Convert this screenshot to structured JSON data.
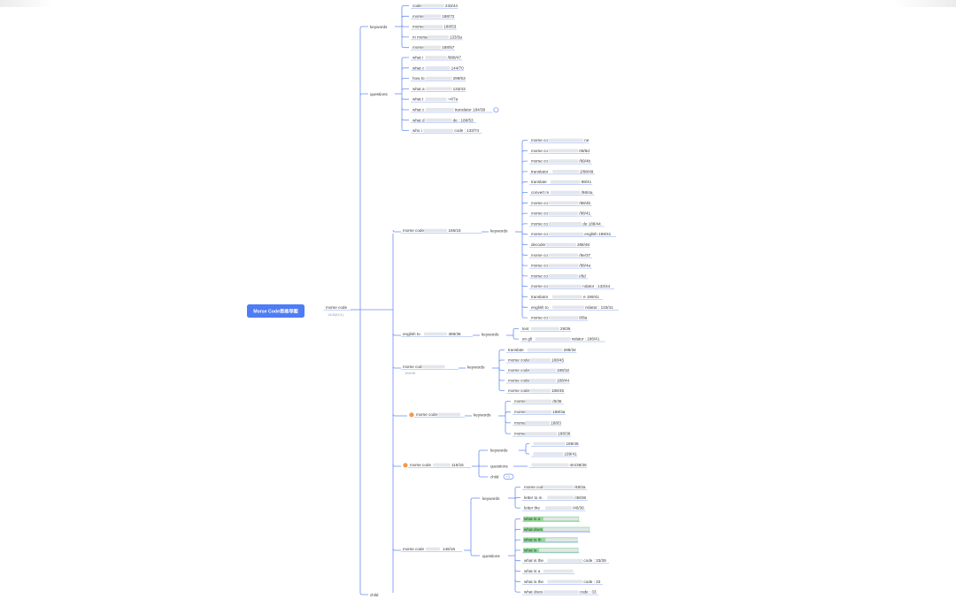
{
  "root": {
    "label": "Morse Code思维导图"
  },
  "level1": {
    "label": "morse code",
    "sub": "1406(f1/1)"
  },
  "branches": [
    {
      "id": "b-keywords-top",
      "label": "keywords",
      "children": [
        {
          "text": "code",
          "tail": "233/44",
          "width": 26
        },
        {
          "text": "morse",
          "tail": "188/72",
          "width": 20
        },
        {
          "text": "morse",
          "tail": "188/53",
          "width": 22
        },
        {
          "text": "m morse",
          "tail": "133/3a",
          "width": 24
        },
        {
          "text": "morse",
          "tail": "188/57",
          "width": 20
        }
      ]
    },
    {
      "id": "b-questions-top",
      "label": "questions",
      "children": [
        {
          "text": "what i",
          "tail": "/888/47",
          "width": 24
        },
        {
          "text": "what c",
          "tail": "144/70",
          "width": 28
        },
        {
          "text": "how to",
          "tail": "299/53",
          "width": 30
        },
        {
          "text": "what a",
          "tail": "133/43",
          "width": 30
        },
        {
          "text": "what t",
          "tail": "~4/7a",
          "width": 24
        },
        {
          "text": "what c",
          "tail": "translator  184/38",
          "width": 32,
          "badge": "+"
        },
        {
          "text": "what d",
          "tail": "de : 188/53",
          "width": 30
        },
        {
          "text": "who i",
          "tail": "code : 133/74",
          "width": 34
        }
      ]
    },
    {
      "id": "b-translator",
      "label": "morse code",
      "sub": "",
      "tail": "166/16",
      "children": [
        {
          "id": "b-translator-kw",
          "label": "keywords",
          "children": [
            {
              "text": "morse co",
              "tail": "ne",
              "width": 40
            },
            {
              "text": "morse co",
              "tail": "09/8d",
              "width": 34
            },
            {
              "text": "morse co",
              "tail": "/89/4b",
              "width": 34
            },
            {
              "text": "translator",
              "tail": "2/88/49",
              "width": 30
            },
            {
              "text": "translate",
              "tail": "88/41",
              "width": 34
            },
            {
              "text": "convert m",
              "tail": "/98/4a",
              "width": 34
            },
            {
              "text": "morse co",
              "tail": "/88/4b",
              "width": 34
            },
            {
              "text": "morse co",
              "tail": "/88/41",
              "width": 34
            },
            {
              "text": "morse co",
              "tail": "de  188/44",
              "width": 38
            },
            {
              "text": "morse co",
              "tail": "english  199/41",
              "width": 40
            },
            {
              "text": "decoder",
              "tail": "288/48",
              "width": 34
            },
            {
              "text": "morse co",
              "tail": "/8e/37",
              "width": 34
            },
            {
              "text": "morse co",
              "tail": "/88/4a",
              "width": 34
            },
            {
              "text": "morse co",
              "tail": "i/8d",
              "width": 34
            },
            {
              "text": "morse co",
              "tail": "ndator : 133/44",
              "width": 38
            },
            {
              "text": "translator",
              "tail": "e  199/41",
              "width": 34
            },
            {
              "text": "english to",
              "tail": "nslator : 133/41",
              "width": 36
            },
            {
              "text": "morse co",
              "tail": "8/8a",
              "width": 34
            }
          ]
        }
      ]
    },
    {
      "id": "b-english-to",
      "label": "english to",
      "tail": "388/36",
      "children": [
        {
          "id": "b-english-to-kw",
          "label": "keywords",
          "children": [
            {
              "text": "text",
              "tail": "29/36",
              "width": 32
            },
            {
              "text": "en gli",
              "tail": "nslator : 186/41",
              "width": 40
            }
          ]
        }
      ]
    },
    {
      "id": "b-morse-code-3",
      "label": "morse cod",
      "sub": "166/36",
      "children": [
        {
          "id": "b-morse-code-3-kw",
          "label": "keywords",
          "children": [
            {
              "text": "translate",
              "tail": "288/34",
              "width": 40
            },
            {
              "text": "morse code",
              "tail": "188/45",
              "width": 24
            },
            {
              "text": "morse code",
              "tail": "188/32",
              "width": 30
            },
            {
              "text": "morse code",
              "tail": "188/44",
              "width": 30
            },
            {
              "text": "morse code",
              "tail": "188/45",
              "width": 24
            }
          ]
        }
      ]
    },
    {
      "id": "b-morse-code-4",
      "label": "morse code",
      "sub": "",
      "dot": true,
      "children": [
        {
          "id": "b-morse-code-4-kw",
          "label": "keywords",
          "children": [
            {
              "text": "morse",
              "tail": "/8/36",
              "width": 30
            },
            {
              "text": "morse",
              "tail": "188/3a",
              "width": 30
            },
            {
              "text": "morse",
              "tail": "188/3",
              "width": 28
            },
            {
              "text": "morse",
              "tail": "188/36",
              "width": 36
            }
          ]
        }
      ]
    },
    {
      "id": "b-morse-code-5",
      "label": "morse code",
      "tail": "116/15",
      "dot": true,
      "children": [
        {
          "id": "b-morse-code-5-kw",
          "label": "keywords",
          "children": [
            {
              "text": "",
              "tail": "189/46",
              "width": 36
            },
            {
              "text": "",
              "tail": "199/41",
              "width": 34
            }
          ]
        },
        {
          "id": "b-morse-code-5-q",
          "label": "questions",
          "children": [
            {
              "text": "",
              "tail": "4m/38/36",
              "width": 42
            }
          ]
        },
        {
          "id": "b-morse-code-5-child",
          "label": "child",
          "badge": "+1",
          "children": []
        }
      ]
    },
    {
      "id": "b-morse-code-6",
      "label": "morse code",
      "tail": "146/16",
      "children": [
        {
          "id": "b-morse-code-6-kw",
          "label": "keywords",
          "children": [
            {
              "text": "morse cod",
              "tail": "/48/3a",
              "width": 34
            },
            {
              "text": "letter to m",
              "tail": "/48/36",
              "width": 30
            },
            {
              "text": "letter the",
              "tail": "/48/36",
              "width": 30
            }
          ]
        },
        {
          "id": "b-morse-code-6-q",
          "label": "questions",
          "children": [
            {
              "text": "what is a",
              "tail": "",
              "width": 40,
              "hl": true
            },
            {
              "text": "what does",
              "tail": "",
              "width": 52,
              "hl": true
            },
            {
              "text": "what is th",
              "tail": "",
              "width": 36,
              "hl": true
            },
            {
              "text": "what is",
              "tail": "",
              "width": 44,
              "hl": true
            },
            {
              "text": "what is the",
              "tail": "code : 33/39",
              "width": 40
            },
            {
              "text": "what is a",
              "tail": "",
              "width": 34
            },
            {
              "text": "what is the",
              "tail": "code : 33",
              "width": 40
            },
            {
              "text": "what does",
              "tail": "code : 33",
              "width": 40
            }
          ]
        }
      ]
    },
    {
      "id": "b-child",
      "label": "child",
      "children": []
    }
  ]
}
